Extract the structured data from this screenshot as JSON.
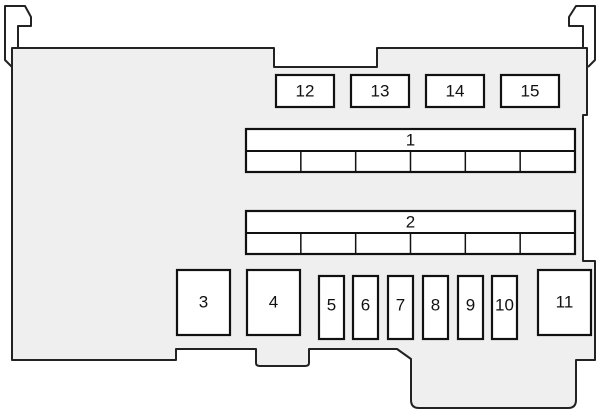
{
  "diagram": {
    "type": "fuse-box-layout",
    "fuses_top": [
      "12",
      "13",
      "14",
      "15"
    ],
    "block_1": {
      "label": "1",
      "slots": 6
    },
    "block_2": {
      "label": "2",
      "slots": 6
    },
    "relays_bottom": [
      "3",
      "4",
      "11"
    ],
    "fuses_bottom": [
      "5",
      "6",
      "7",
      "8",
      "9",
      "10"
    ]
  },
  "colors": {
    "body": "#efefef",
    "outline": "#222222",
    "fuse": "#ffffff"
  }
}
